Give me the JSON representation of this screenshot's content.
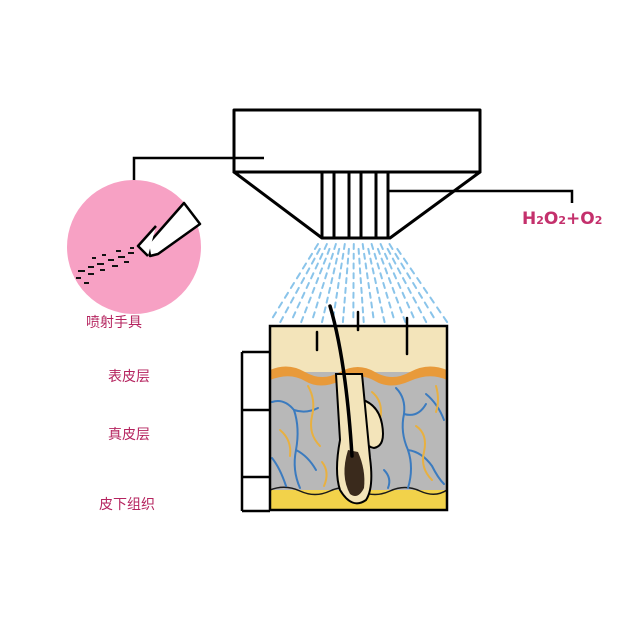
{
  "labels": {
    "spray_handpiece": "喷射手具",
    "epidermis": "表皮层",
    "dermis": "真皮层",
    "subcutaneous": "皮下组织"
  },
  "formula": {
    "h": "H",
    "h_sub": "2",
    "o": "O",
    "o_sub": "2",
    "plus": "+",
    "o2": "O",
    "o2_sub": "2"
  },
  "colors": {
    "label": "#b5245f",
    "formula": "#c4306c",
    "circle": "#f7a1c4",
    "epidermis": "#f3e4ba",
    "dermis": "#b8b8b8",
    "subcutaneous": "#f2d24a",
    "vessel": "#3b7bbf",
    "nerve": "#e8b040",
    "mist": "#8ac4ea",
    "outline": "#000000"
  }
}
